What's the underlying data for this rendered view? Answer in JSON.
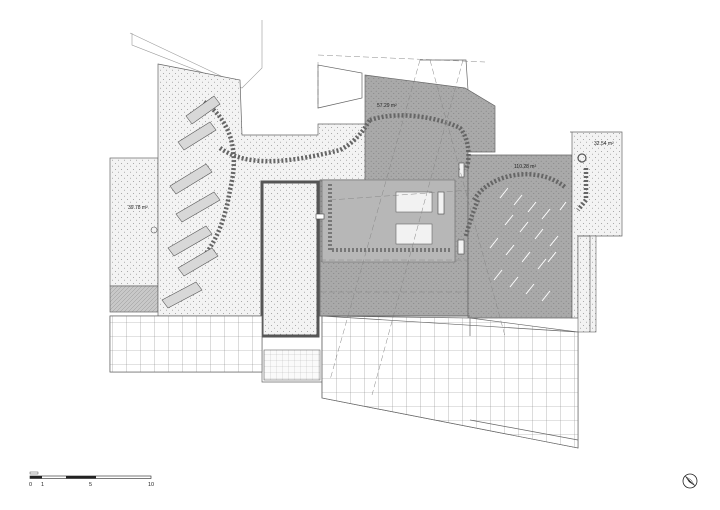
{
  "drawing": {
    "areas": {
      "left_terrace": "39.78 m²",
      "upper_court": "57.29 m²",
      "right_court": "110.28 m²",
      "corner_terrace": "32.54 m²"
    },
    "scale_bar": {
      "ticks": [
        "0",
        "1",
        "5",
        "10"
      ]
    },
    "north_arrow_icon": "north-arrow-icon",
    "colors": {
      "line": "#555555",
      "grey_fill": "#a8a8a8",
      "light_fill": "#efefef",
      "dark_wall": "#555555"
    }
  }
}
